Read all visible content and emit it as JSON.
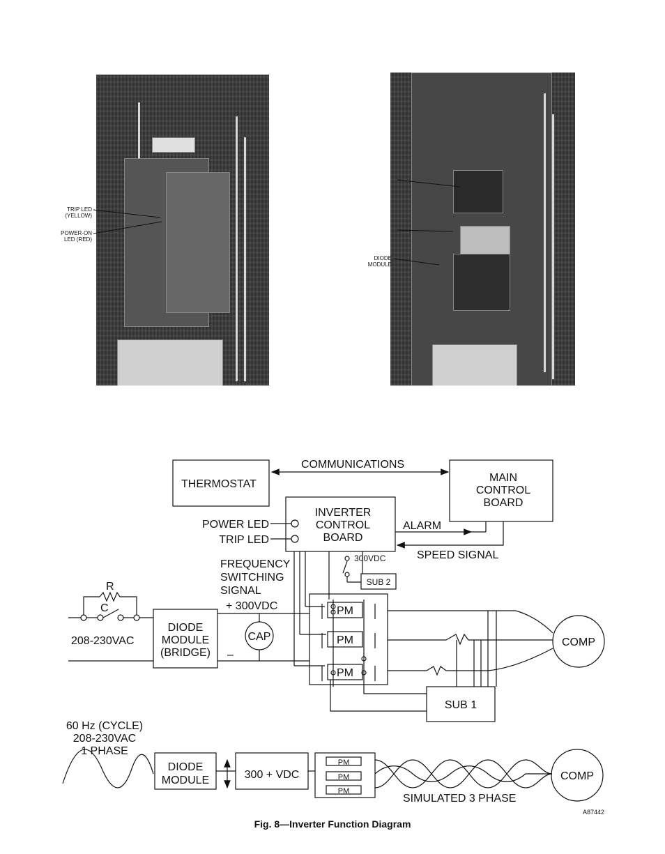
{
  "photos": {
    "left": {
      "labels": [
        {
          "key": "trip",
          "lines": [
            "TRIP LED",
            "(YELLOW)"
          ]
        },
        {
          "key": "power",
          "lines": [
            "POWER-ON",
            "LED (RED)"
          ]
        }
      ]
    },
    "right": {
      "labels": [
        {
          "key": "diode",
          "lines": [
            "DIODE",
            "MODULE"
          ]
        }
      ]
    }
  },
  "diagram": {
    "communications": "COMMUNICATIONS",
    "thermostat": "THERMOSTAT",
    "main_control_board": [
      "MAIN",
      "CONTROL",
      "BOARD"
    ],
    "inverter_control_board": [
      "INVERTER",
      "CONTROL",
      "BOARD"
    ],
    "power_led": "POWER LED",
    "trip_led": "TRIP LED",
    "alarm": "ALARM",
    "speed_signal": "SPEED SIGNAL",
    "frequency_switching_signal": [
      "FREQUENCY",
      "SWITCHING",
      "SIGNAL"
    ],
    "vdc_300_small": "300VDC",
    "sub2": "SUB 2",
    "r": "R",
    "c": "C",
    "plus_300vdc": "+ 300VDC",
    "diode_module_bridge": [
      "DIODE",
      "MODULE",
      "(BRIDGE)"
    ],
    "cap": "CAP",
    "minus": "–",
    "vac_208": "208-230VAC",
    "pm": "PM",
    "comp": "COMP",
    "sub1": "SUB 1",
    "hz_60": [
      "60 Hz (CYCLE)",
      "208-230VAC",
      "1 PHASE"
    ],
    "diode_module": [
      "DIODE",
      "MODULE"
    ],
    "vdc_300_plus": "300 + VDC",
    "simulated_3_phase": "SIMULATED 3 PHASE",
    "comp2": "COMP"
  },
  "caption": "Fig. 8—Inverter Function Diagram",
  "figure_code": "A87442"
}
